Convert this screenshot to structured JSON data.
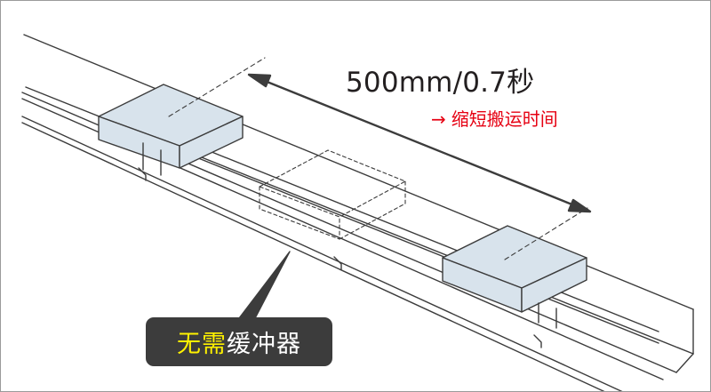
{
  "labels": {
    "speed": "500mm/0.7秒",
    "benefit_arrow": "→",
    "benefit": "缩短搬运时间",
    "callout_highlight": "无需",
    "callout_rest": "缓冲器"
  },
  "colors": {
    "carrier_fill": "#d8e3ec",
    "outline": "#3c3c3c",
    "callout_bg": "#3c3c3c",
    "highlight": "#fff200",
    "benefit_text": "#e60012",
    "text": "#231f20"
  }
}
